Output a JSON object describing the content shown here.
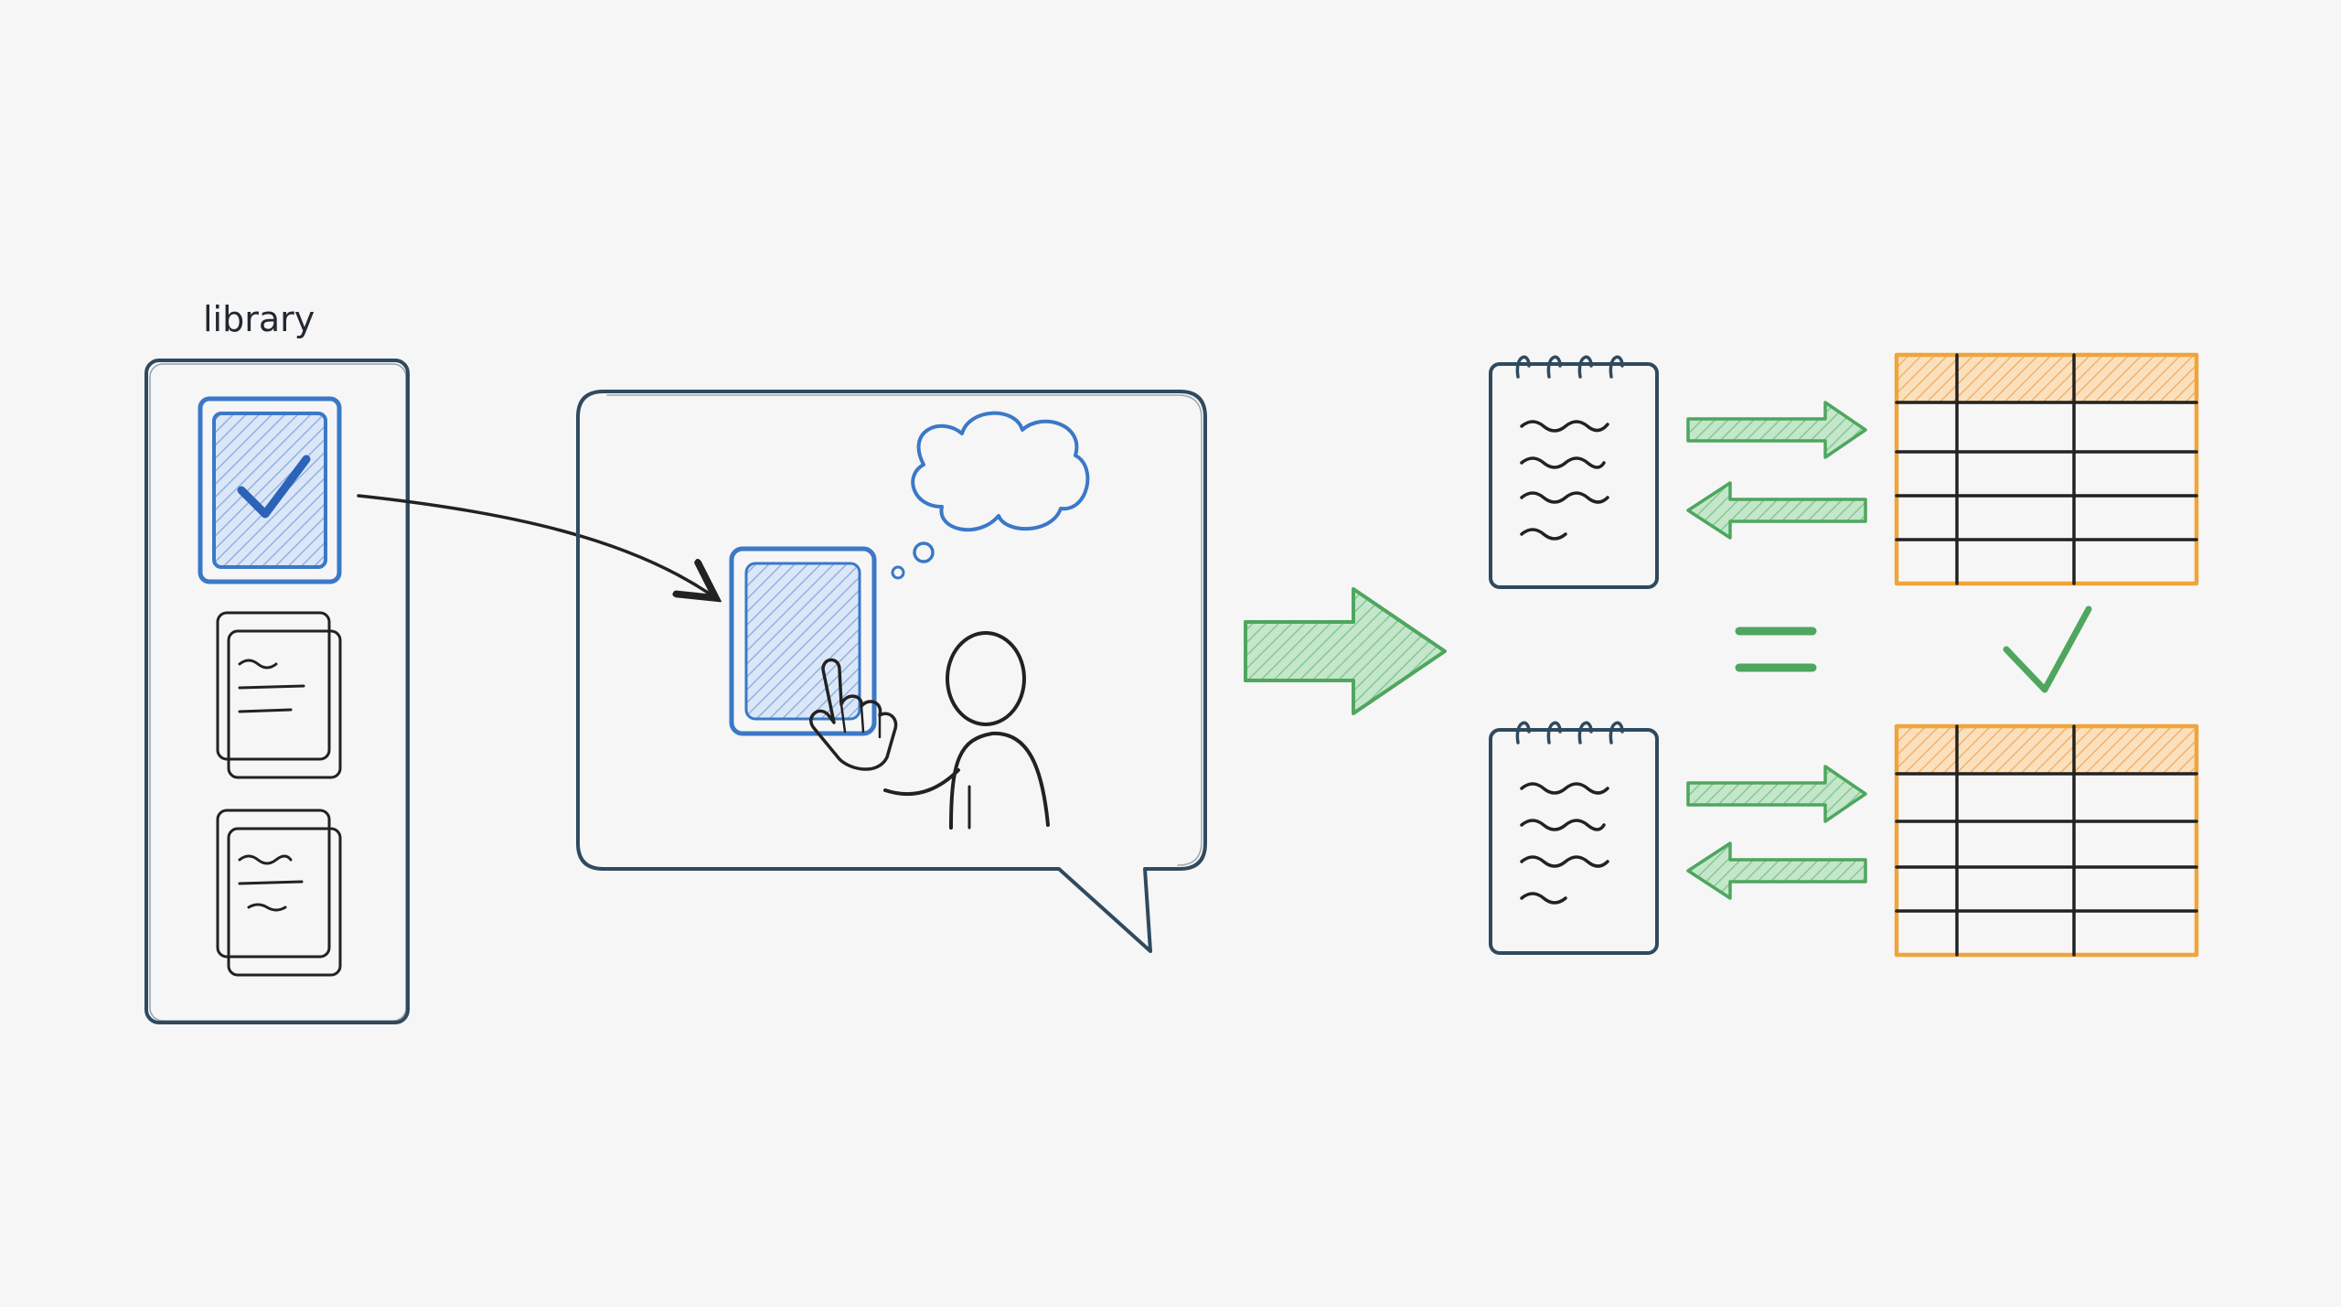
{
  "library": {
    "title": "library",
    "cards": [
      {
        "kind": "selected-template",
        "icon": "checkmark-icon"
      },
      {
        "kind": "document-stack",
        "icon": "document-lines-icon"
      },
      {
        "kind": "document-stack",
        "icon": "document-lines-icon"
      }
    ]
  },
  "colors": {
    "background": "#f6f6f6",
    "outline_dark": "#2f4a5f",
    "ink": "#222222",
    "blue": "#3b78c7",
    "blue_fill": "#bcd3f0",
    "green": "#4ea65f",
    "green_fill": "#9fd6a8",
    "orange": "#f0a43a",
    "orange_fill": "#f7c58a"
  },
  "icons": {
    "link_arrow": "curved-arrow-icon",
    "thought": "thought-cloud-icon",
    "person": "person-icon",
    "pointer": "pointing-hand-icon",
    "flow": "right-arrow-icon",
    "notebook": "spiral-notebook-icon",
    "table": "spreadsheet-table-icon",
    "sync_right": "right-arrow-icon",
    "sync_left": "left-arrow-icon",
    "equals": "equals-icon",
    "verified": "checkmark-icon"
  }
}
